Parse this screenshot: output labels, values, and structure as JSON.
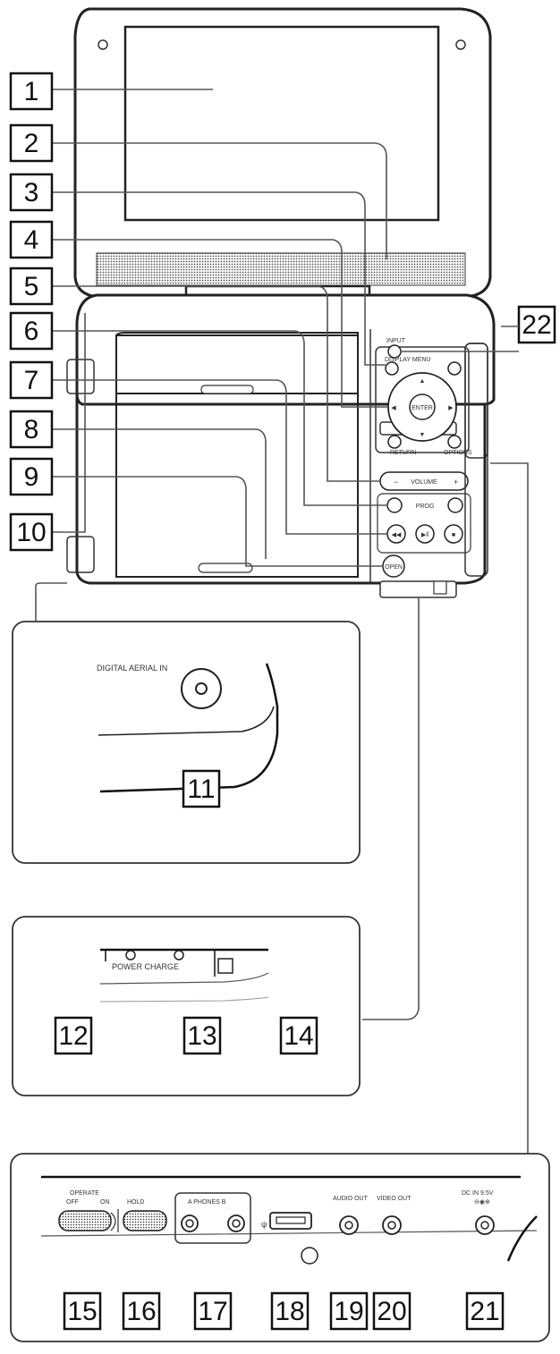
{
  "callouts": [
    "1",
    "2",
    "3",
    "4",
    "5",
    "6",
    "7",
    "8",
    "9",
    "10",
    "11",
    "12",
    "13",
    "14",
    "15",
    "16",
    "17",
    "18",
    "19",
    "20",
    "21",
    "22"
  ],
  "device": {
    "enter": "ENTER",
    "display_menu": "DISPLAY  MENU",
    "input": "INPUT",
    "return": "RETURN",
    "options": "OPTIONS",
    "volume": "VOLUME",
    "volume_minus": "−",
    "volume_plus": "+",
    "prog": "PROG",
    "open": "OPEN"
  },
  "panels": {
    "aerial": {
      "label": "DIGITAL AERIAL IN"
    },
    "indicators": {
      "label": "POWER CHARGE"
    },
    "rear": {
      "operate": "OPERATE",
      "off": "OFF",
      "on": "ON",
      "hold": "HOLD",
      "phones": "A  PHONES B",
      "audio_out": "AUDIO OUT",
      "video_out": "VIDEO OUT",
      "dc_in": "DC IN 9.5V"
    }
  }
}
